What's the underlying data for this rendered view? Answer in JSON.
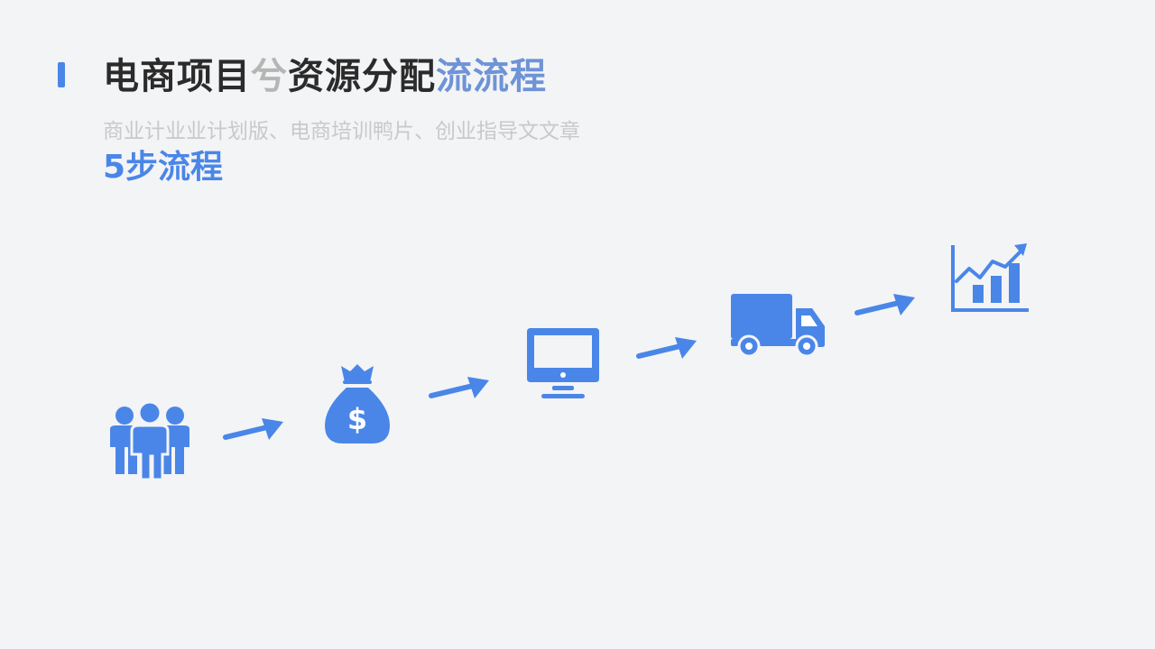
{
  "header": {
    "title_part1": "电商项目",
    "title_glitch": "兮",
    "title_part2": "资源分配",
    "title_highlight": "流流程",
    "subtitle": "商业计业业计划版、电商培训鸭片、创业指导文文章",
    "steps_label": "5步流程"
  },
  "colors": {
    "accent": "#4a86e8",
    "title": "#2b2b2b",
    "title_highlight": "#6e93d6",
    "subtitle": "#c9c9c9",
    "background": "#f3f4f6"
  },
  "flow": {
    "steps": [
      {
        "icon": "people-group-icon"
      },
      {
        "icon": "money-bag-icon"
      },
      {
        "icon": "monitor-icon"
      },
      {
        "icon": "delivery-truck-icon"
      },
      {
        "icon": "growth-chart-icon"
      }
    ],
    "connector_icon": "arrow-right-icon"
  }
}
